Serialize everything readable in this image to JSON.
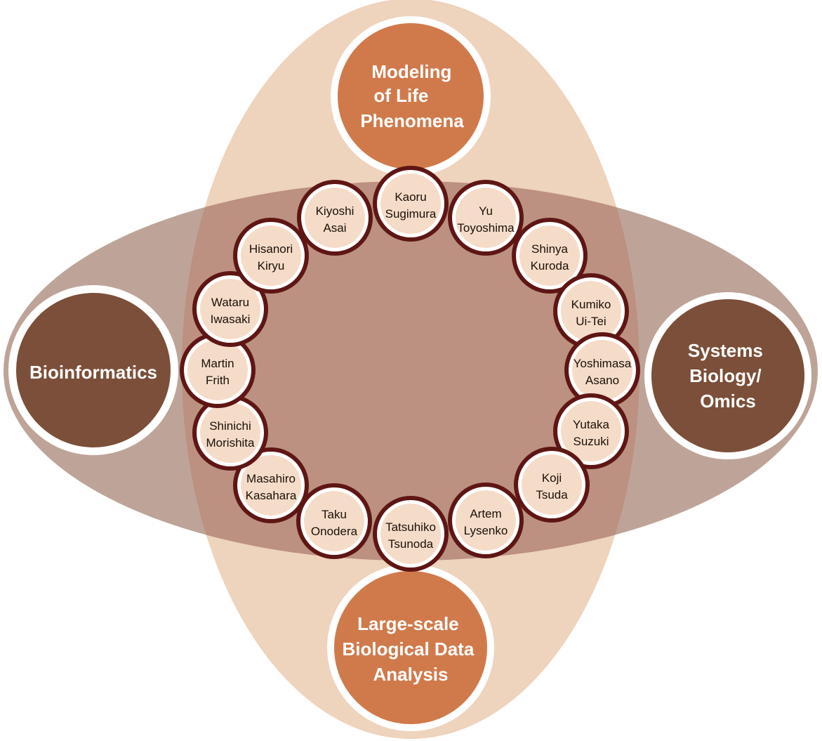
{
  "colors": {
    "vertical_ellipse": "#eed3bd",
    "horizontal_ellipse": "#a88676",
    "inner_overlap": "#bc9181",
    "orange_circle": "#d07a4b",
    "brown_circle": "#7b4f39",
    "person_fill": "#f5dcc9",
    "person_border": "#5e1614",
    "white": "#ffffff"
  },
  "topics": {
    "top": {
      "lines": [
        "Modeling",
        "of Life",
        "Phenomena"
      ]
    },
    "bottom": {
      "lines": [
        "Large-scale",
        "Biological Data",
        "Analysis"
      ]
    },
    "left": {
      "lines": [
        "Bioinformatics"
      ]
    },
    "right": {
      "lines": [
        "Systems",
        "Biology/",
        "Omics"
      ]
    }
  },
  "people": [
    {
      "first": "Kaoru",
      "last": "Sugimura"
    },
    {
      "first": "Yu",
      "last": "Toyoshima"
    },
    {
      "first": "Shinya",
      "last": "Kuroda"
    },
    {
      "first": "Kumiko",
      "last": "Ui-Tei"
    },
    {
      "first": "Yoshimasa",
      "last": "Asano"
    },
    {
      "first": "Yutaka",
      "last": "Suzuki"
    },
    {
      "first": "Koji",
      "last": "Tsuda"
    },
    {
      "first": "Artem",
      "last": "Lysenko"
    },
    {
      "first": "Tatsuhiko",
      "last": "Tsunoda"
    },
    {
      "first": "Taku",
      "last": "Onodera"
    },
    {
      "first": "Masahiro",
      "last": "Kasahara"
    },
    {
      "first": "Shinichi",
      "last": "Morishita"
    },
    {
      "first": "Martin",
      "last": "Frith"
    },
    {
      "first": "Wataru",
      "last": "Iwasaki"
    },
    {
      "first": "Hisanori",
      "last": "Kiryu"
    },
    {
      "first": "Kiyoshi",
      "last": "Asai"
    }
  ]
}
